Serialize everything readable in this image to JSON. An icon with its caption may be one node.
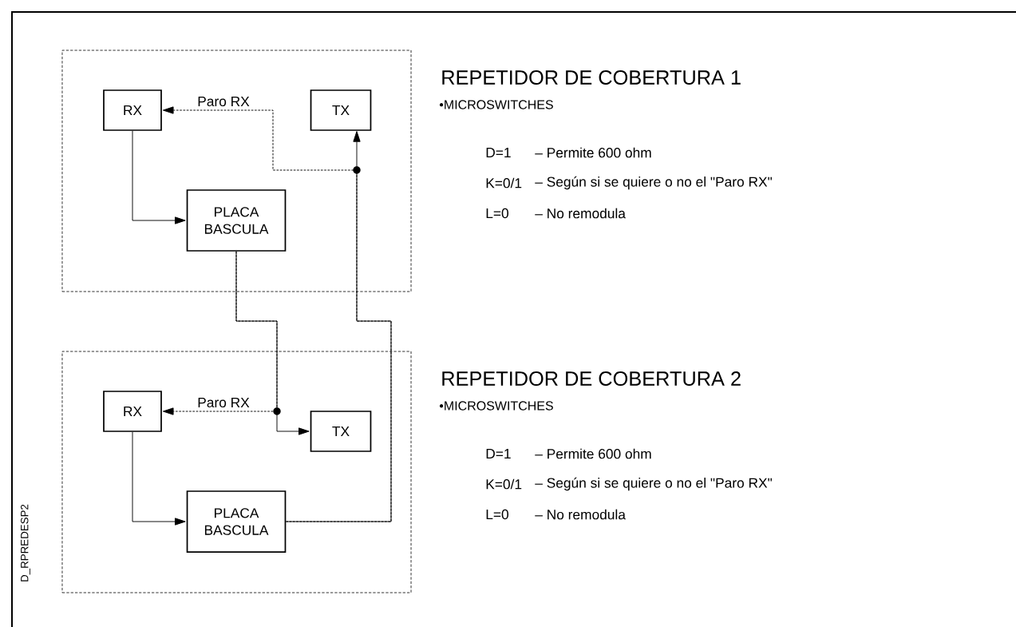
{
  "diagram": {
    "nodes": [
      {
        "text": [],
        "shape": "box"
      },
      {
        "text": [
          "RX"
        ],
        "in": 0
      },
      {
        "text": [
          "TX"
        ],
        "in": 0
      },
      {
        "text": [
          "PLACA BASCULA"
        ],
        "in": 0
      },
      {
        "text": [],
        "shape": "box"
      },
      {
        "text": [
          "RX"
        ],
        "in": 4
      },
      {
        "text": [
          "TX"
        ],
        "in": 4
      },
      {
        "text": [
          "PLACA BASCULA"
        ],
        "in": 4
      }
    ],
    "edges": [
      {
        "from": 1,
        "to": 3,
        "arrow": "to"
      },
      {
        "from": 3,
        "to": 6,
        "arrow": "to"
      },
      {
        "from": 7,
        "to": 2,
        "arrow": "to"
      },
      {
        "from": 7,
        "to": 1,
        "arrow": "to",
        "style": "dashed",
        "label": "Paro RX"
      },
      {
        "from": 3,
        "to": 5,
        "arrow": "to",
        "style": "dashed",
        "label": "Paro RX"
      },
      {
        "from": 5,
        "to": 7,
        "arrow": "to"
      }
    ],
    "labels": [
      "REPETIDOR DE COBERTURA 1",
      "•MICROSWITCHES",
      "D=1",
      "– Permite 600 ohm",
      "K=0/1",
      "– Según si se quiere o no el \"Paro RX\"",
      "L=0",
      "– No remodula",
      "REPETIDOR DE COBERTURA 2",
      "•MICROSWITCHES",
      "D=1",
      "– Permite 600 ohm",
      "K=0/1",
      "– Según si se quiere o no el \"Paro RX\"",
      "L=0",
      "– No remodula",
      "D_RPREDESP2"
    ]
  }
}
